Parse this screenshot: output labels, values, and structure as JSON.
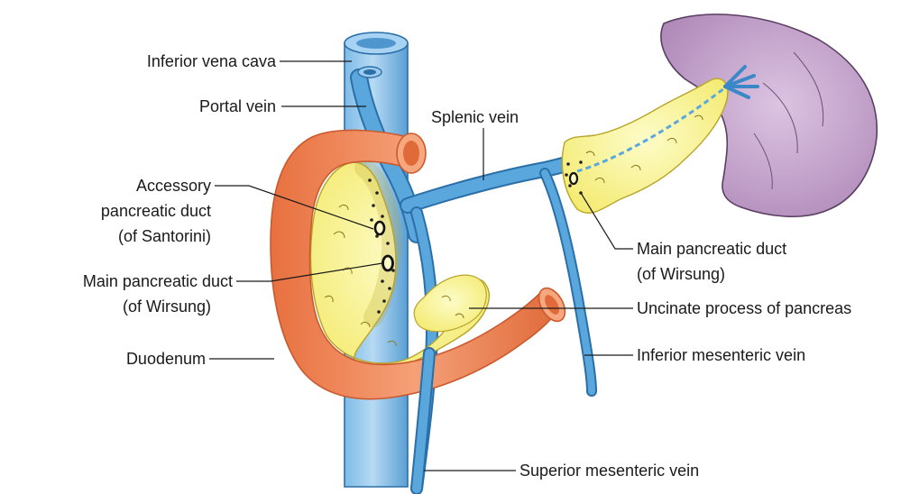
{
  "labels": {
    "ivc": "Inferior vena cava",
    "portal_vein": "Portal vein",
    "accessory_duct_1": "Accessory",
    "accessory_duct_2": "pancreatic duct",
    "accessory_duct_3": "(of Santorini)",
    "main_duct_left_1": "Main pancreatic duct",
    "main_duct_left_2": "(of Wirsung)",
    "duodenum": "Duodenum",
    "splenic_vein": "Splenic vein",
    "main_duct_right_1": "Main pancreatic duct",
    "main_duct_right_2": "(of Wirsung)",
    "uncinate": "Uncinate process of pancreas",
    "imv": "Inferior mesenteric vein",
    "smv": "Superior mesenteric vein"
  },
  "colors": {
    "vein_blue": "#5aa7dd",
    "vein_light": "#9ccbee",
    "vein_dark": "#2a6fa8",
    "duodenum": "#ef7b4a",
    "duodenum_dark": "#c95a2e",
    "duodenum_light": "#f6a77d",
    "pancreas": "#f7f08a",
    "pancreas_light": "#fcfbc4",
    "pancreas_edge": "#b8a42a",
    "spleen": "#c4a3cc",
    "spleen_edge": "#5a3f63",
    "line": "#1a1a1a"
  }
}
